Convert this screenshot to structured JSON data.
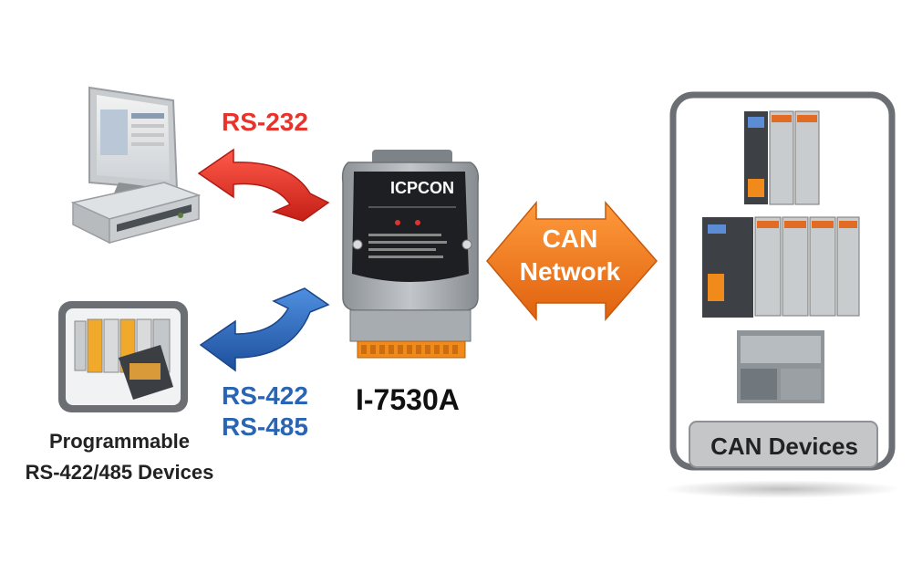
{
  "labels": {
    "rs232": "RS-232",
    "rs422": "RS-422",
    "rs485": "RS-485",
    "model": "I-7530A",
    "programmable_line1": "Programmable",
    "programmable_line2": "RS-422/485 Devices",
    "can_network_line1": "CAN",
    "can_network_line2": "Network",
    "can_devices": "CAN Devices",
    "device_brand": "ICPCON"
  },
  "colors": {
    "rs232_arrow": "#e8332b",
    "rs485_arrow": "#2a64b4",
    "can_arrow": "#f07a1e",
    "module_body": "#9ea3a8",
    "terminal_block": "#f08a1a"
  },
  "icons": [
    "desktop-pc-icon",
    "programmable-devices-icon",
    "converter-module-icon",
    "can-devices-icon"
  ]
}
